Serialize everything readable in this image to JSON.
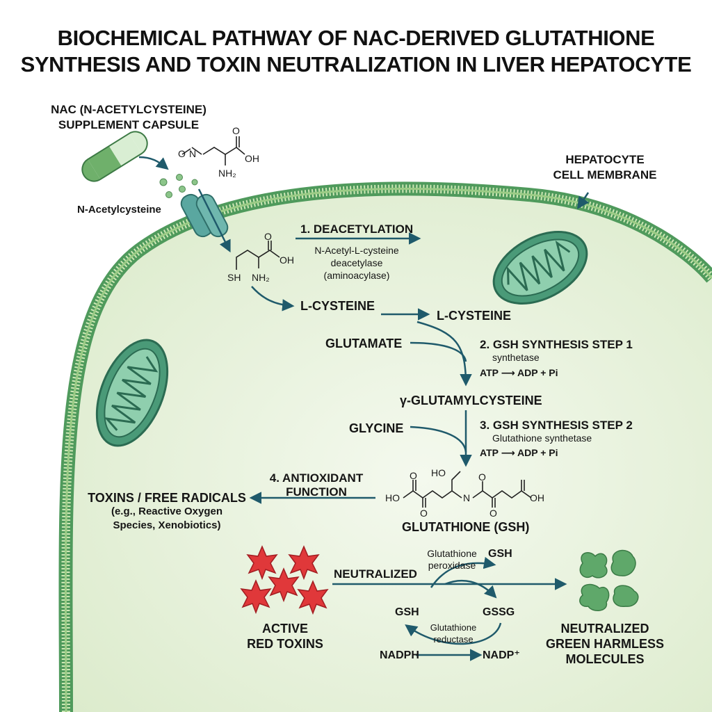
{
  "title": {
    "line1": "BIOCHEMICAL PATHWAY OF NAC-DERIVED GLUTATHIONE",
    "line2": "SYNTHESIS AND TOXIN NEUTRALIZATION IN LIVER HEPATOCYTE"
  },
  "capsule": {
    "line1": "NAC (N-ACETYLCYSTEINE)",
    "line2": "SUPPLEMENT CAPSULE"
  },
  "nac_label": "N-Acetylcysteine",
  "membrane": {
    "line1": "HEPATOCYTE",
    "line2": "CELL MEMBRANE"
  },
  "nac_structure": {
    "n": "N",
    "o": "O",
    "oh": "OH",
    "nh2": "NH₂"
  },
  "cys_structure": {
    "sh": "SH",
    "o": "O",
    "oh": "OH",
    "nh2": "NH₂"
  },
  "step1": {
    "title": "1. DEACETYLATION",
    "enzyme1": "N-Acetyl-L-cysteine",
    "enzyme2": "deacetylase",
    "enzyme3": "(aminoacylase)"
  },
  "l_cysteine": "L-CYSTEINE",
  "l_cysteine_2": "L-CYSTEINE",
  "glutamate": "GLUTAMATE",
  "step2": {
    "title": "2. GSH SYNTHESIS STEP 1",
    "enzyme": "synthetase",
    "energy": "ATP ⟶ ADP + Pi"
  },
  "gamma": "γ-GLUTAMYLCYSTEINE",
  "glycine": "GLYCINE",
  "step3": {
    "title": "3. GSH SYNTHESIS STEP 2",
    "enzyme": "Glutathione synthetase",
    "energy": "ATP ⟶ ADP + Pi"
  },
  "step4": {
    "line1": "4. ANTIOXIDANT",
    "line2": "FUNCTION"
  },
  "toxins": {
    "line1": "TOXINS / FREE RADICALS",
    "line2": "(e.g., Reactive Oxygen",
    "line3": "Species, Xenobiotics)"
  },
  "gsh_structure": {
    "ho_top": "HO",
    "o1": "O",
    "ho_left": "HO",
    "o_low": "O",
    "n": "N",
    "o_low2": "O",
    "o3": "O",
    "oh": "OH"
  },
  "gsh_label": "GLUTATHIONE (GSH)",
  "cycle": {
    "peroxidase1": "Glutathione",
    "peroxidase2": "peroxidase",
    "gsh_top": "GSH",
    "gsh_left": "GSH",
    "gssg": "GSSG",
    "reductase1": "Glutathione",
    "reductase2": "reductase",
    "nadph": "NADPH",
    "nadp": "NADP⁺"
  },
  "neutralized": "NEUTRALIZED",
  "active": {
    "line1": "ACTIVE",
    "line2": "RED TOXINS"
  },
  "harmless": {
    "line1": "NEUTRALIZED",
    "line2": "GREEN HARMLESS",
    "line3": "MOLECULES"
  },
  "colors": {
    "cytoplasm": "#e6f1d9",
    "membrane": "#4f9a5c",
    "arrow": "#1f5a6b",
    "mitochondria": "#3f8f6f",
    "toxin": "#e0383a",
    "harmless": "#5fa86a"
  },
  "icons": [
    "capsule-icon",
    "membrane-transporter-icon",
    "mitochondrion-icon",
    "toxin-star-icon",
    "harmless-molecule-icon"
  ]
}
